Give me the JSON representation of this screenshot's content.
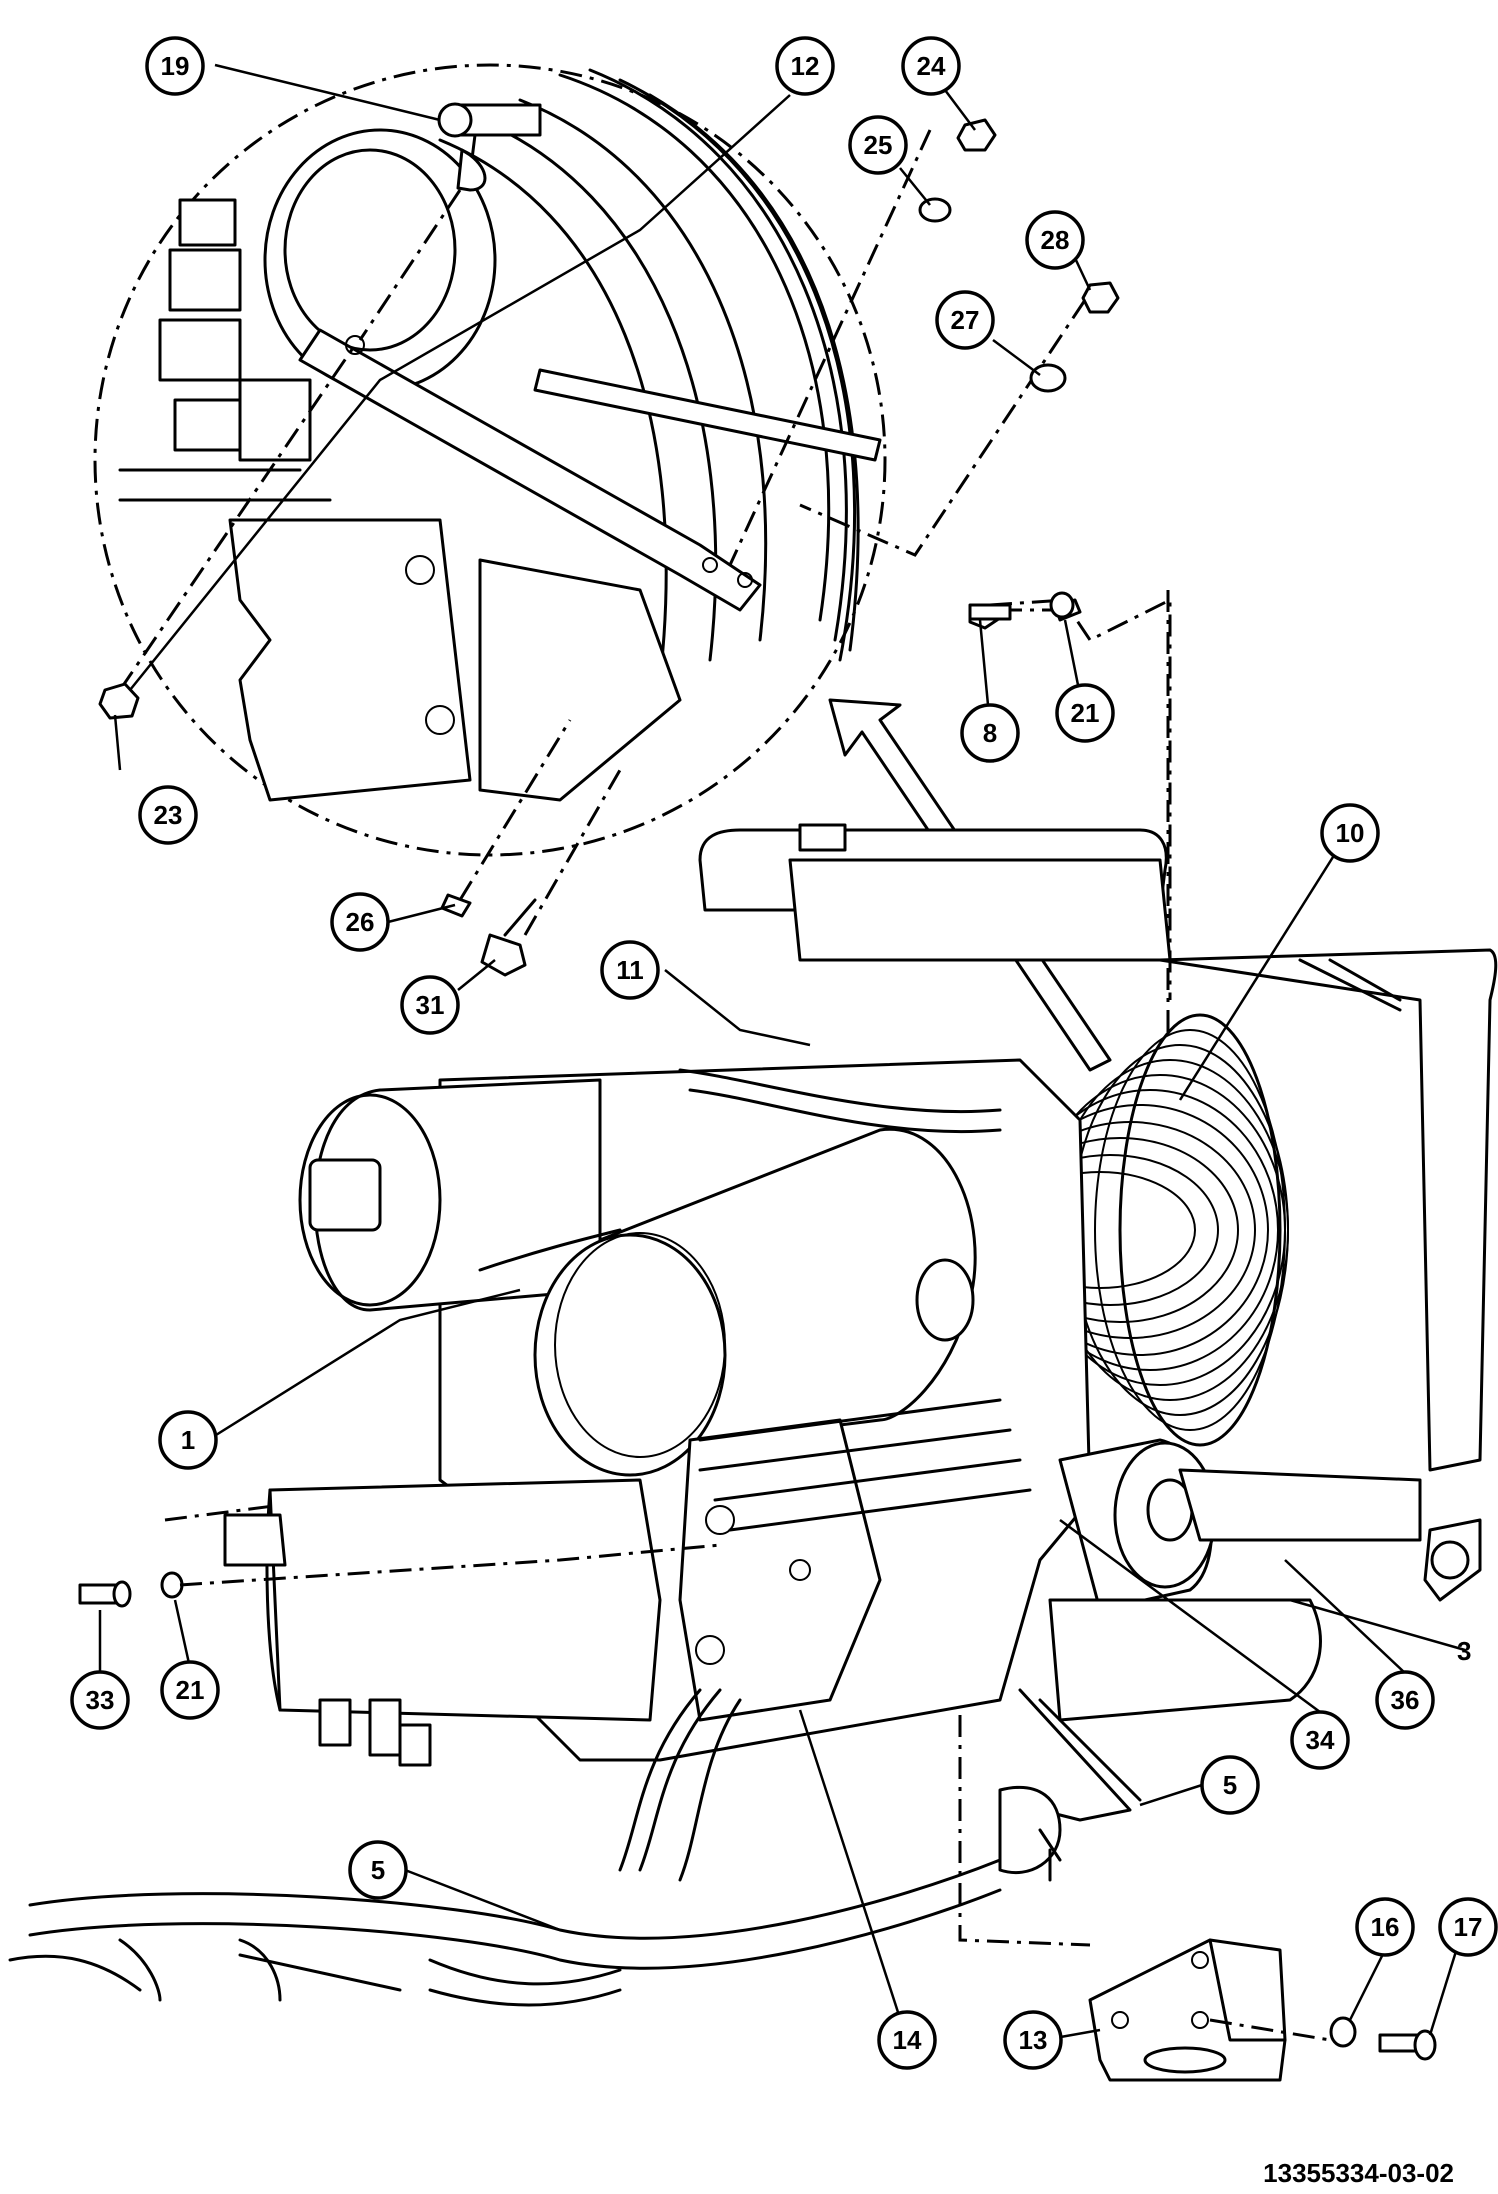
{
  "figure_number": "13355334-03-02",
  "callouts": [
    {
      "id": "c19",
      "label": "19"
    },
    {
      "id": "c12",
      "label": "12"
    },
    {
      "id": "c24",
      "label": "24"
    },
    {
      "id": "c25",
      "label": "25"
    },
    {
      "id": "c28",
      "label": "28"
    },
    {
      "id": "c27",
      "label": "27"
    },
    {
      "id": "c8",
      "label": "8"
    },
    {
      "id": "c21a",
      "label": "21"
    },
    {
      "id": "c23",
      "label": "23"
    },
    {
      "id": "c10",
      "label": "10"
    },
    {
      "id": "c26",
      "label": "26"
    },
    {
      "id": "c31",
      "label": "31"
    },
    {
      "id": "c11",
      "label": "11"
    },
    {
      "id": "c1",
      "label": "1"
    },
    {
      "id": "c33",
      "label": "33"
    },
    {
      "id": "c21b",
      "label": "21"
    },
    {
      "id": "c36",
      "label": "36"
    },
    {
      "id": "c34",
      "label": "34"
    },
    {
      "id": "c5a",
      "label": "5"
    },
    {
      "id": "c5b",
      "label": "5"
    },
    {
      "id": "c16",
      "label": "16"
    },
    {
      "id": "c17",
      "label": "17"
    },
    {
      "id": "c14",
      "label": "14"
    },
    {
      "id": "c13",
      "label": "13"
    }
  ],
  "plain_labels": [
    {
      "id": "p3",
      "label": "3"
    }
  ]
}
